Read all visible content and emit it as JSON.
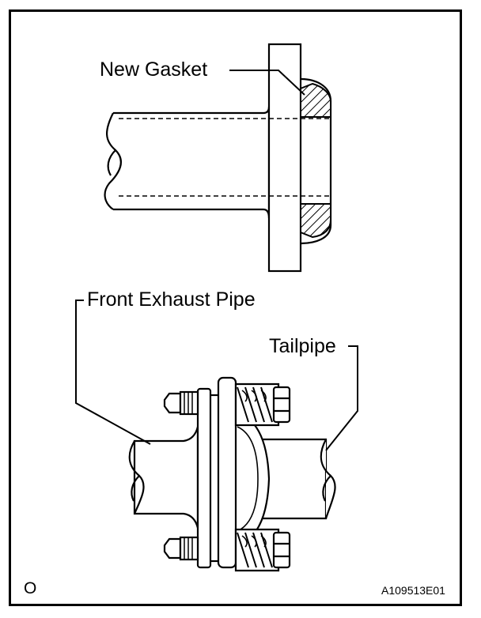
{
  "labels": {
    "new_gasket": "New Gasket",
    "front_exhaust_pipe": "Front Exhaust Pipe",
    "tailpipe": "Tailpipe"
  },
  "corner_mark": "O",
  "figure_id": "A109513E01"
}
